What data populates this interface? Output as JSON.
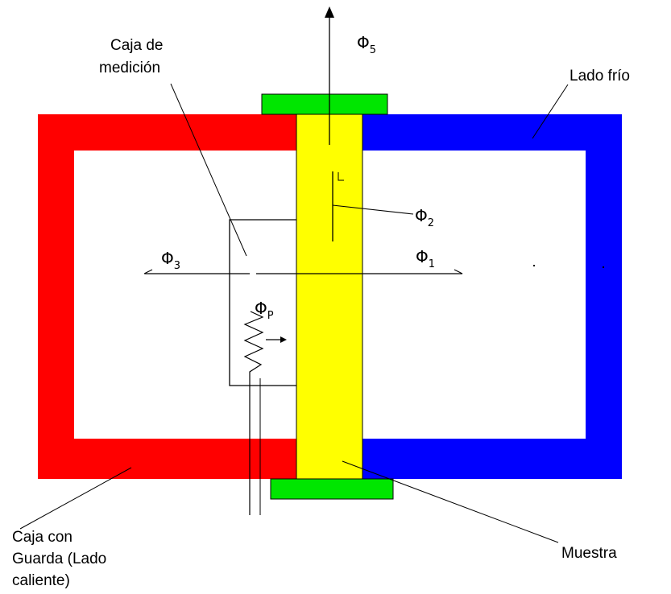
{
  "colors": {
    "hot": "#ff0000",
    "cold": "#0000ff",
    "sample": "#ffff00",
    "guard": "#00e600",
    "line": "#000000"
  },
  "labels": {
    "measure_box": [
      "Caja de",
      "medición"
    ],
    "cold_side": "Lado frío",
    "guard_box": [
      "Caja con",
      "Guarda (Lado",
      "caliente)"
    ],
    "sample": "Muestra"
  },
  "fluxes": {
    "phi": "Φ",
    "phi5_sub": "5",
    "phi2_sub": "2",
    "phi3_sub": "3",
    "phi1_sub": "1",
    "phip_sub": "P"
  }
}
